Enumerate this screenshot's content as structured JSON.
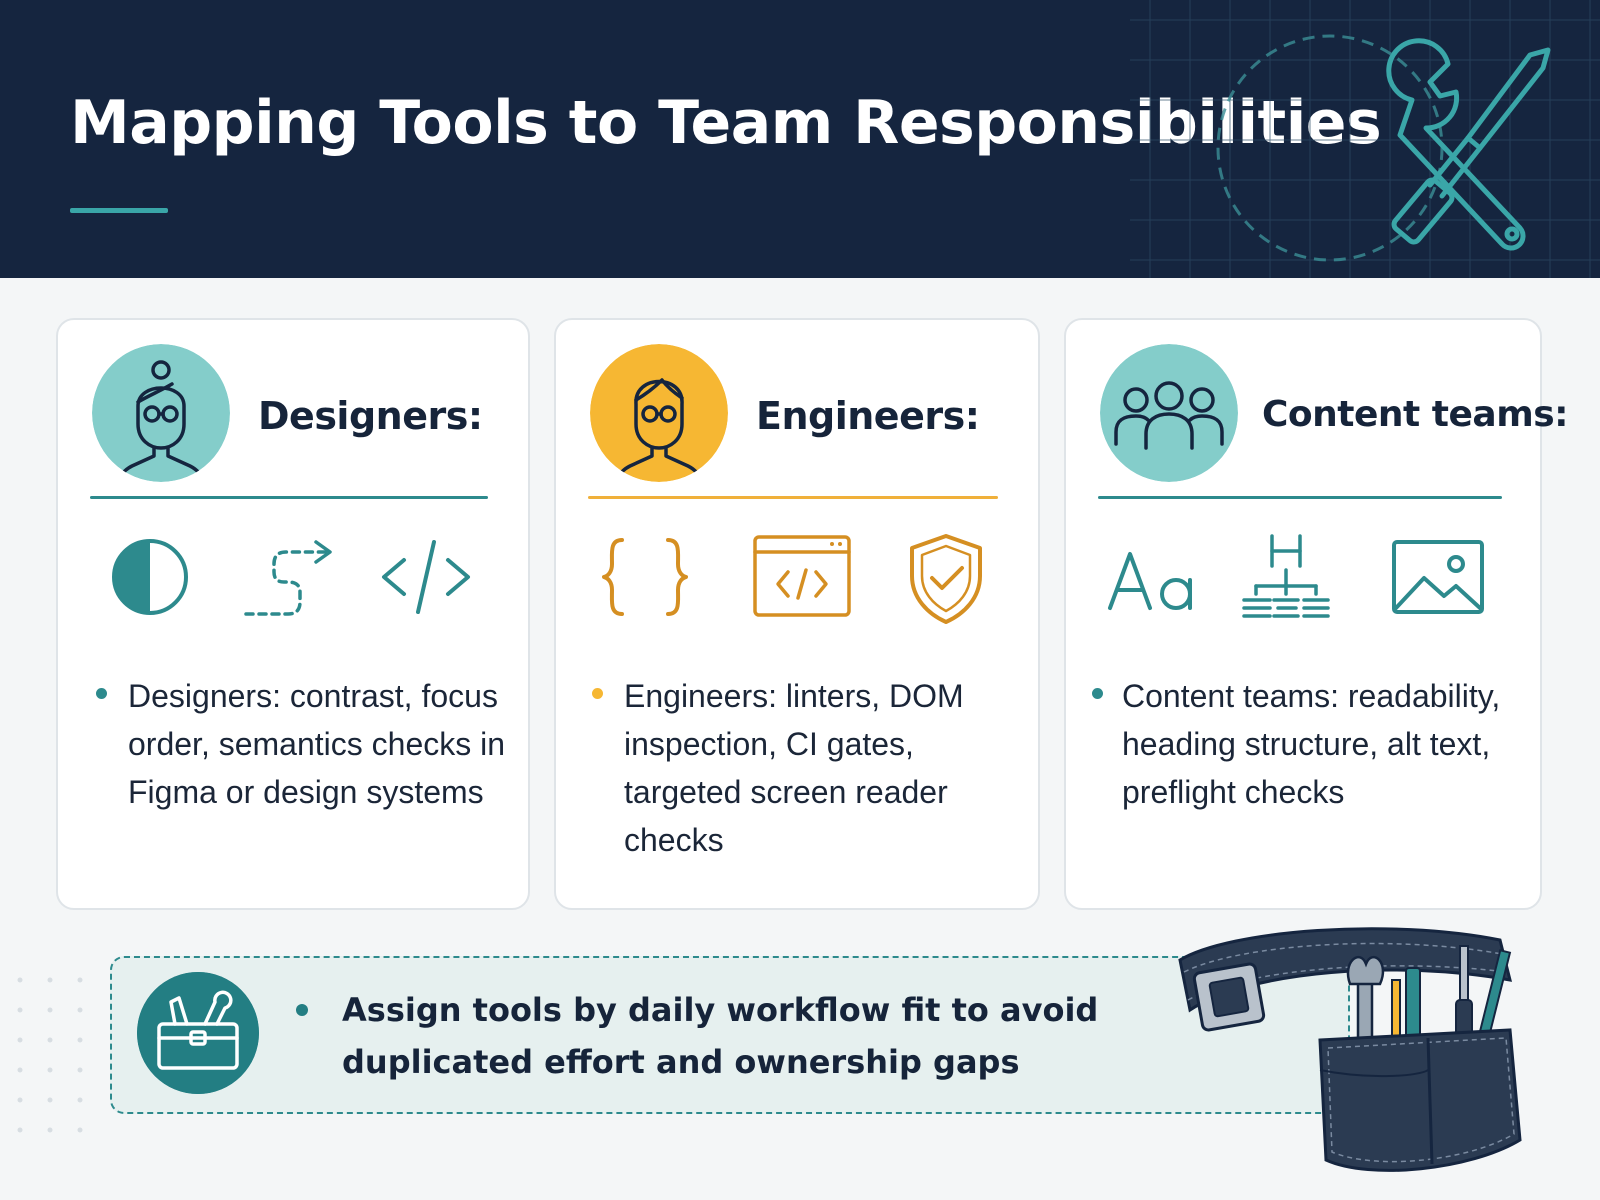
{
  "header": {
    "title": "Mapping Tools to Team Responsibilities",
    "art_icon": "wrench-screwdriver-icon"
  },
  "colors": {
    "header_bg": "#15253f",
    "teal": "#2d8a8d",
    "amber": "#f6b733",
    "amber_dark": "#d58f22",
    "teal_light": "#84cdca"
  },
  "cards": [
    {
      "role": "Designers:",
      "avatar_icon": "woman-designer-icon",
      "accent": "#2d8a8d",
      "tools": [
        "contrast-icon",
        "focus-path-icon",
        "code-tag-icon"
      ],
      "bullet": "Designers: contrast, focus order, semantics checks in Figma or design systems"
    },
    {
      "role": "Engineers:",
      "avatar_icon": "man-engineer-icon",
      "accent": "#f6b733",
      "tools": [
        "curly-braces-icon",
        "code-window-icon",
        "shield-check-icon"
      ],
      "bullet": "Engineers: linters, DOM inspection, CI gates, targeted screen reader checks"
    },
    {
      "role": "Content teams:",
      "avatar_icon": "team-group-icon",
      "accent": "#2d8a8d",
      "tools": [
        "typography-icon",
        "heading-structure-icon",
        "image-icon"
      ],
      "bullet": "Content teams: readability, heading structure, alt text, preflight checks"
    }
  ],
  "callout": {
    "icon": "toolbox-icon",
    "text": "Assign tools by daily workflow fit to avoid duplicated effort and ownership gaps",
    "illustration": "tool-belt-icon"
  }
}
